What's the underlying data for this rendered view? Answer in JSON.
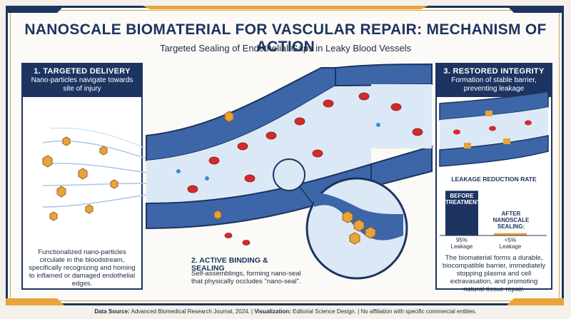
{
  "title": "NANOSCALE BIOMATERIAL FOR VASCULAR REPAIR: MECHANISM OF ACTION",
  "subtitle": "Targeted Sealing of Endothelial Gaps in Leaky Blood Vessels",
  "panel1": {
    "heading": "1. TARGETED DELIVERY",
    "subheading": "Nano-particles navigate towards site of injury",
    "caption": "Functionalized nano-particles circulate in the bloodstream, specifically recognizing and homing to inflamed or damaged endothelial edges."
  },
  "panel2": {
    "heading": "2. ACTIVE BINDING & SEALING",
    "caption": "Self-assemblings, forming nano-seal that physically occludes \"nano-seal\"."
  },
  "panel3": {
    "heading": "3. RESTORED INTEGRITY",
    "subheading": "Formation of stable barrier, preventing leakage",
    "caption": "The biomaterial forms a durable, biocompatible barrier, immediately stopping plasma and cell extravasation, and promoting natural tissue repair."
  },
  "chart_data": {
    "type": "bar",
    "title": "LEAKAGE REDUCTION RATE",
    "categories": [
      "BEFORE TREATMENT:",
      "AFTER NANOSCALE SEALING:"
    ],
    "values": [
      95,
      5
    ],
    "value_labels": [
      "95% Leakage",
      "<5% Leakage"
    ],
    "colors": [
      "#1d3461",
      "#e8a33a"
    ],
    "ylim": [
      0,
      100
    ]
  },
  "footer": {
    "source_label": "Data Source:",
    "source": "Advanced Biomedical Research Journal, 2024.",
    "viz_label": "Visualization:",
    "viz": "Editorial Science Design.",
    "note": "No affiliation with specific commercial entities."
  },
  "colors": {
    "navy": "#1d3461",
    "gold": "#e8a33a",
    "rbc": "#d22b2b",
    "vessel": "#3c66a8"
  }
}
